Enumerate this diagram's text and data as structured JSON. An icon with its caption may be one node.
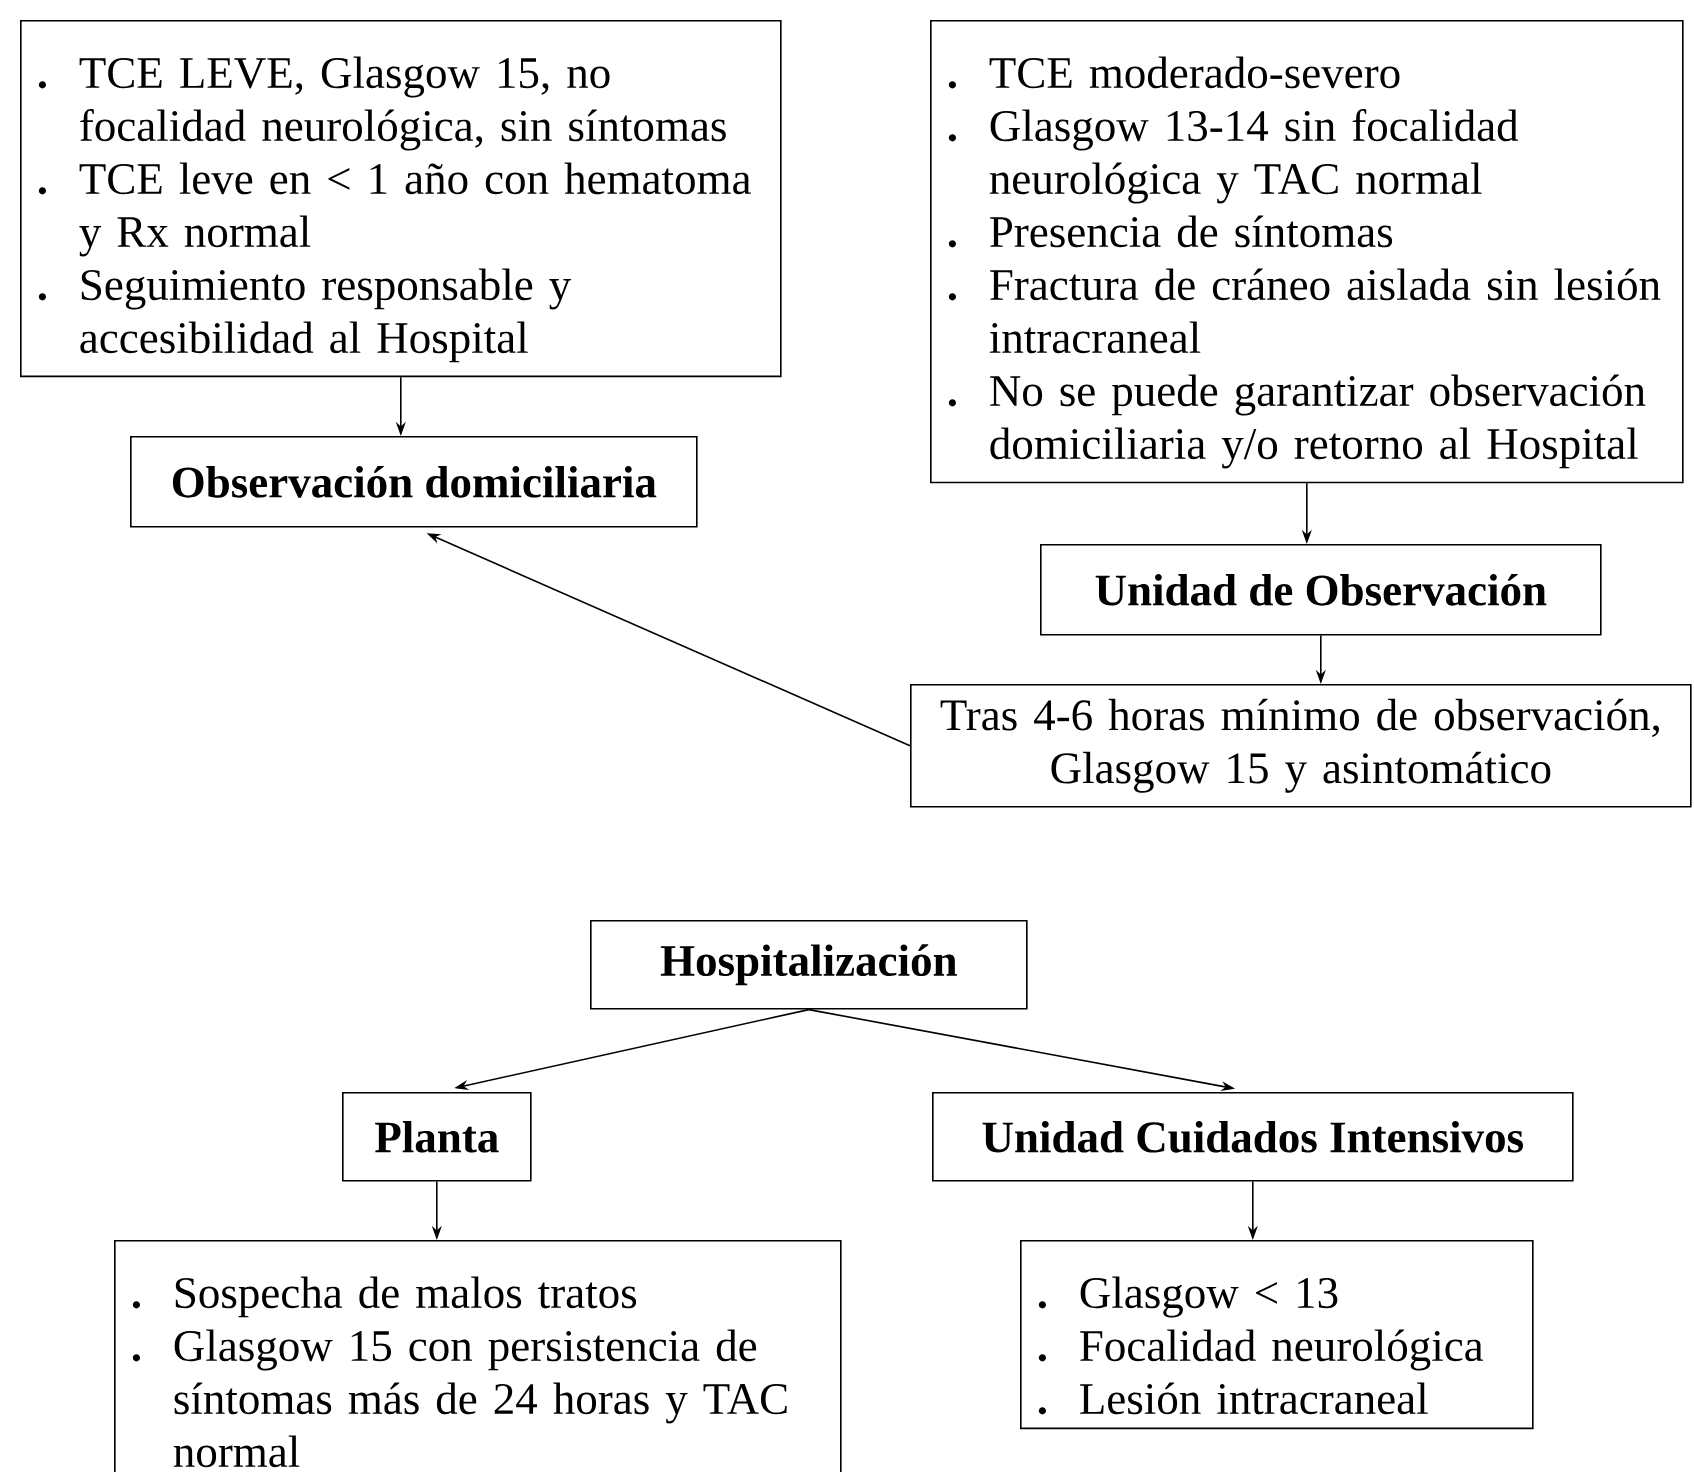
{
  "diagram": {
    "nodes": [
      {
        "text": [
          "TCE LEVE, Glasgow 15, no focalidad neurológica, sin síntomas",
          "TCE leve en < 1 año con hematoma y Rx normal",
          "Seguimiento responsable y accesibilidad al Hospital"
        ]
      },
      {
        "text": [
          "Observación domiciliaria"
        ]
      },
      {
        "text": [
          "TCE moderado-severo",
          "Glasgow 13-14 sin focalidad neurológica y TAC normal",
          "Presencia de síntomas",
          "Fractura de cráneo aislada sin lesión intracraneal",
          "No se puede garantizar observación domiciliaria y/o retorno al Hospital"
        ]
      },
      {
        "text": [
          "Unidad de Observación"
        ]
      },
      {
        "text": [
          "Tras 4-6 horas mínimo de observación, Glasgow 15 y asintomático"
        ]
      },
      {
        "text": [
          "Hospitalización"
        ]
      },
      {
        "text": [
          "Planta"
        ]
      },
      {
        "text": [
          "Unidad Cuidados Intensivos"
        ]
      },
      {
        "text": [
          "Sospecha de malos tratos",
          "Glasgow 15 con persistencia de síntomas más de 24 horas y TAC normal"
        ]
      },
      {
        "text": [
          "Glasgow < 13",
          "Focalidad neurológica",
          "Lesión intracraneal"
        ]
      }
    ],
    "edges": [
      {
        "from": 0,
        "to": 1,
        "arrow": "to"
      },
      {
        "from": 2,
        "to": 3,
        "arrow": "to"
      },
      {
        "from": 3,
        "to": 4,
        "arrow": "to"
      },
      {
        "from": 4,
        "to": 1,
        "arrow": "to"
      },
      {
        "from": 5,
        "to": 6,
        "arrow": "to"
      },
      {
        "from": 5,
        "to": 7,
        "arrow": "to"
      },
      {
        "from": 6,
        "to": 8,
        "arrow": "to"
      },
      {
        "from": 7,
        "to": 9,
        "arrow": "to"
      }
    ]
  }
}
